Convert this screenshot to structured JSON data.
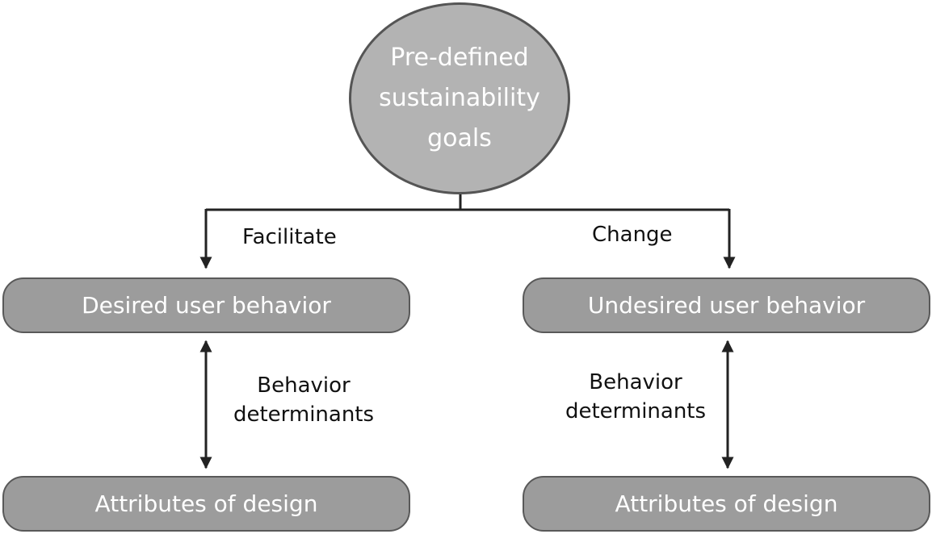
{
  "diagram": {
    "goal": {
      "text": "Pre-defined\nsustainability\ngoals"
    },
    "branches": {
      "left": {
        "edge_label": "Facilitate",
        "behavior": "Desired user behavior",
        "determinants_label": "Behavior\ndeterminants",
        "attributes": "Attributes of design"
      },
      "right": {
        "edge_label": "Change",
        "behavior": "Undesired user behavior",
        "determinants_label": "Behavior\ndeterminants",
        "attributes": "Attributes of design"
      }
    }
  },
  "colors": {
    "node_fill": "#9c9c9c",
    "goal_fill": "#b3b3b3",
    "node_border": "#595959",
    "connector": "#222222",
    "node_text": "#ffffff",
    "label_text": "#111111"
  }
}
